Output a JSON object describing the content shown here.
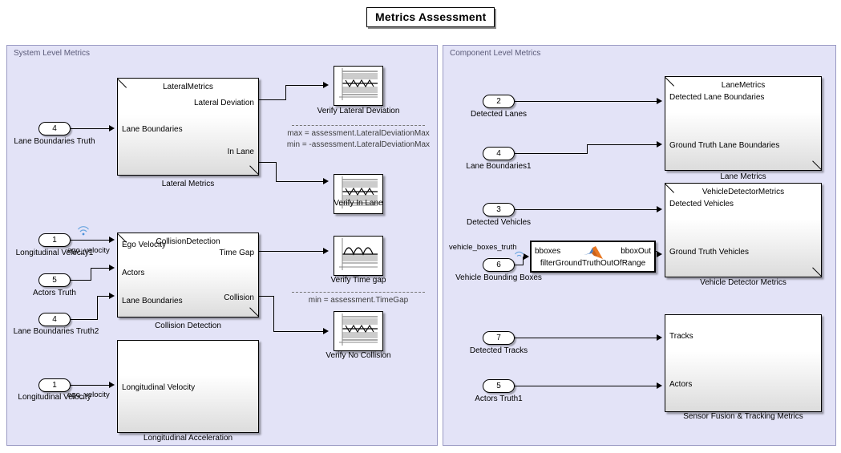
{
  "title": "Metrics Assessment",
  "panels": {
    "left": {
      "title": "System Level Metrics"
    },
    "right": {
      "title": "Component Level Metrics"
    }
  },
  "left_panel": {
    "inports": [
      {
        "num": "4",
        "label": "Lane Boundaries Truth"
      },
      {
        "num": "1",
        "label": "Longitudinal Velocity1",
        "signal": "ego_velocity"
      },
      {
        "num": "5",
        "label": "Actors Truth"
      },
      {
        "num": "4",
        "label": "Lane Boundaries Truth2"
      },
      {
        "num": "1",
        "label": "Longitudinal Velocity",
        "signal": "ego_velocity"
      }
    ],
    "blocks": [
      {
        "title": "LateralMetrics",
        "caption": "Lateral Metrics",
        "inputs": [
          "Lane Boundaries"
        ],
        "outputs": [
          "Lateral Deviation",
          "In Lane"
        ]
      },
      {
        "title": "CollisionDetection",
        "caption": "Collision Detection",
        "inputs": [
          "Ego Velocity",
          "Actors",
          "Lane Boundaries"
        ],
        "outputs": [
          "Time Gap",
          "Collision"
        ]
      },
      {
        "title": "",
        "caption": "Longitudinal Acceleration",
        "inputs": [
          "Longitudinal Velocity"
        ],
        "outputs": []
      }
    ],
    "verify_blocks": [
      {
        "label": "Verify Lateral Deviation",
        "icon": "band-zigzag"
      },
      {
        "label": "Verify In Lane",
        "icon": "band-zigzag"
      },
      {
        "label": "Verify Time gap",
        "icon": "wave-band"
      },
      {
        "label": "Verify No Collision",
        "icon": "band-zigzag"
      }
    ],
    "annotations": [
      {
        "lines": [
          "max = assessment.LateralDeviationMax",
          "min = -assessment.LateralDeviationMax"
        ]
      },
      {
        "lines": [
          "min = assessment.TimeGap"
        ]
      }
    ]
  },
  "right_panel": {
    "inports": [
      {
        "num": "2",
        "label": "Detected Lanes"
      },
      {
        "num": "4",
        "label": "Lane Boundaries1"
      },
      {
        "num": "3",
        "label": "Detected Vehicles"
      },
      {
        "num": "6",
        "label": "Vehicle Bounding Boxes",
        "signal": "vehicle_boxes_truth"
      },
      {
        "num": "7",
        "label": "Detected Tracks"
      },
      {
        "num": "5",
        "label": "Actors Truth1"
      }
    ],
    "blocks": [
      {
        "title": "LaneMetrics",
        "caption": "Lane Metrics",
        "inputs": [
          "Detected Lane Boundaries",
          "Ground Truth Lane Boundaries"
        ]
      },
      {
        "title": "VehicleDetectorMetrics",
        "caption": "Vehicle Detector Metrics",
        "inputs": [
          "Detected Vehicles",
          "Ground Truth Vehicles"
        ]
      },
      {
        "title": "",
        "caption": "Sensor Fusion & Tracking Metrics",
        "inputs": [
          "Tracks",
          "Actors"
        ]
      }
    ],
    "matlab_function": {
      "input_port": "bboxes",
      "output_port": "bboxOut",
      "name": "filterGroundTruthOutOfRange",
      "icon": "matlab-logo"
    }
  },
  "colors": {
    "panel_fill": "#e3e3f7",
    "panel_border": "#9a9ac4",
    "panel_title": "#5a5a78",
    "block_border": "#000000",
    "wire": "#000000",
    "broadcast": "#4a90d9",
    "matlab_orange": "#e87722",
    "matlab_blue": "#2c69b0"
  }
}
